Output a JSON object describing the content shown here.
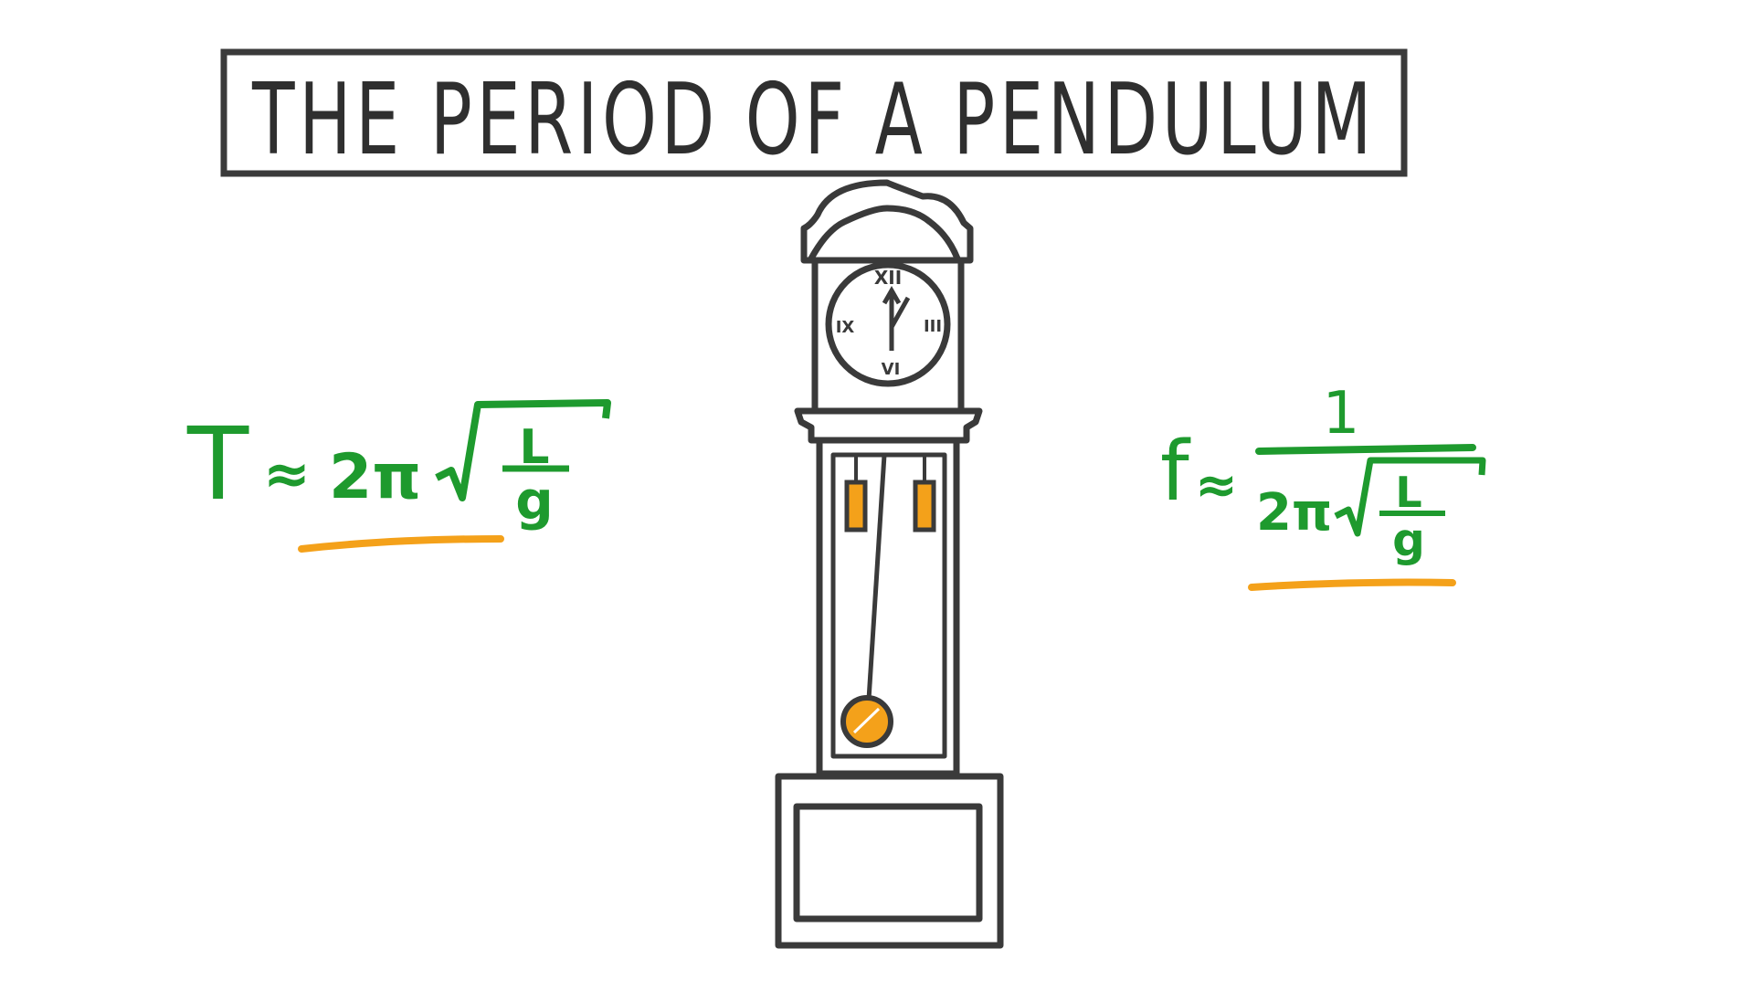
{
  "title": "THE PERIOD OF A PENDULUM",
  "formula_period": {
    "lhs": "T",
    "approx": "≈",
    "coefficient": "2π",
    "numerator": "L",
    "denominator": "g"
  },
  "formula_frequency": {
    "lhs": "f",
    "approx": "≈",
    "numerator": "1",
    "coefficient": "2π",
    "inner_numerator": "L",
    "inner_denominator": "g"
  },
  "clock_face": {
    "xii": "XII",
    "iii": "III",
    "vi": "VI",
    "ix": "IX"
  },
  "colors": {
    "ink": "#3a3a3a",
    "formula": "#1e9a2e",
    "accent": "#f4a11a",
    "accent_stroke": "#e08a00"
  }
}
